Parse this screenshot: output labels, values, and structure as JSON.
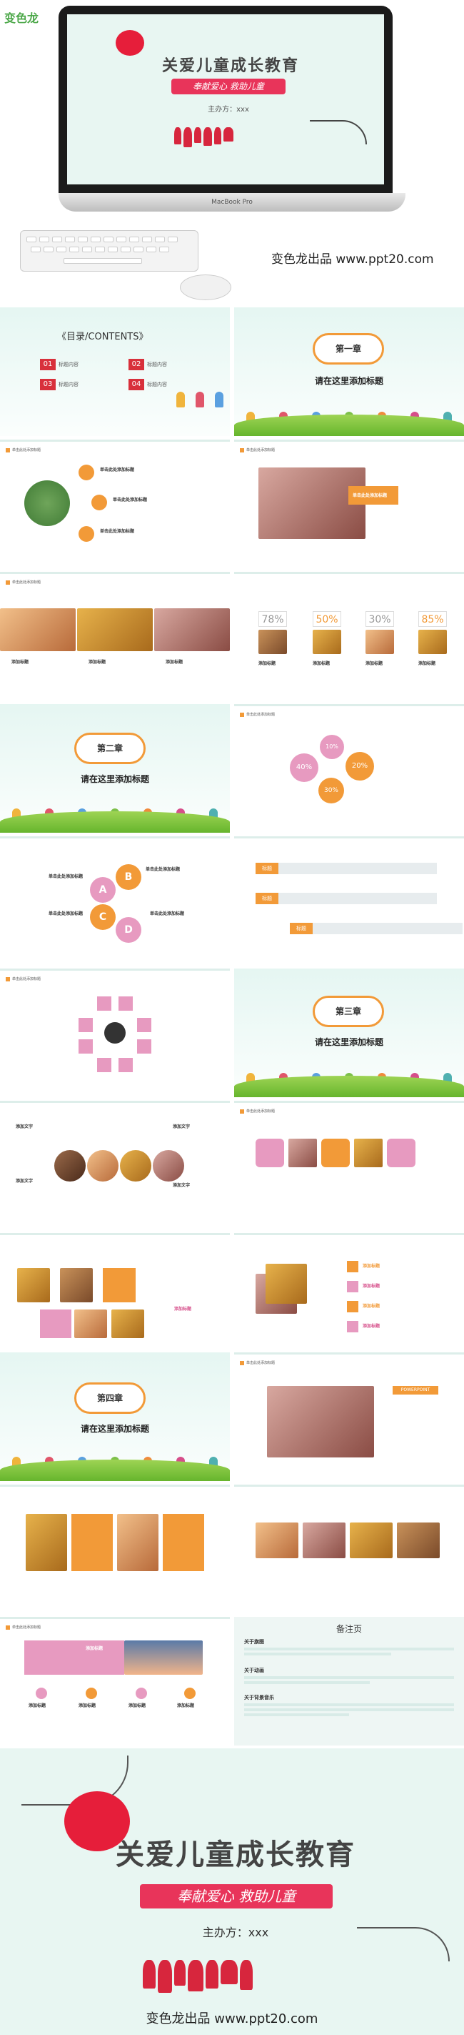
{
  "hero": {
    "brand_logo": "变色龙",
    "title": "关爱儿童成长教育",
    "subtitle": "奉献爱心 救助儿童",
    "host": "主办方：xxx",
    "laptop_label": "MacBook Pro",
    "credit": "变色龙出品  www.ppt20.com"
  },
  "slides": {
    "contents": {
      "title": "《目录/CONTENTS》",
      "items": [
        {
          "num": "01",
          "label": "标题内容"
        },
        {
          "num": "02",
          "label": "标题内容"
        },
        {
          "num": "03",
          "label": "标题内容"
        },
        {
          "num": "04",
          "label": "标题内容"
        }
      ]
    },
    "chapter1": {
      "title": "第一章",
      "subtitle": "请在这里添加标题"
    },
    "chapter2": {
      "title": "第二章",
      "subtitle": "请在这里添加标题"
    },
    "chapter3": {
      "title": "第三章",
      "subtitle": "请在这里添加标题"
    },
    "chapter4": {
      "title": "第四章",
      "subtitle": "请在这里添加标题"
    },
    "section_tag": "单击此处添加标题",
    "percents": [
      "78%",
      "50%",
      "30%",
      "85%"
    ],
    "pie_labels": [
      "10%",
      "40%",
      "20%",
      "30%"
    ],
    "letters": [
      "A",
      "B",
      "C",
      "D"
    ],
    "add_text": "添加文字",
    "add_title": "添加标题",
    "label": "标题",
    "powerpoint": "POWERPOINT",
    "notes": {
      "heading": "备注页",
      "items": [
        "关于旗图",
        "关于动画",
        "关于背景音乐"
      ]
    }
  },
  "closing": {
    "title": "关爱儿童成长教育",
    "subtitle": "奉献爱心 救助儿童",
    "host": "主办方：xxx",
    "credit": "变色龙出品  www.ppt20.com"
  },
  "colors": {
    "accent": "#e8345a",
    "orange": "#f29a38",
    "pink": "#e79ac0",
    "mint": "#e5f6f2"
  }
}
